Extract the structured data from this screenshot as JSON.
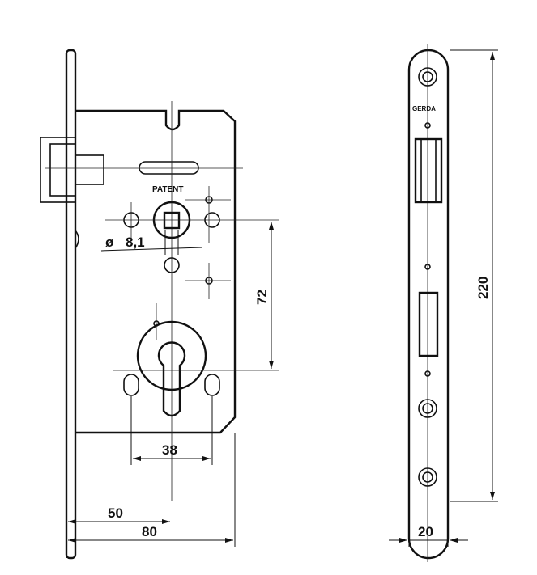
{
  "drawing": {
    "patent_label": "PATENT",
    "brand_label": "GERDA",
    "diameter_symbol": "ø",
    "dimensions": {
      "spindle_diameter": "8,1",
      "spindle_to_cylinder": "72",
      "hole_spacing": "38",
      "backset": "50",
      "body_depth": "80",
      "faceplate_height": "220",
      "faceplate_width": "20"
    }
  }
}
